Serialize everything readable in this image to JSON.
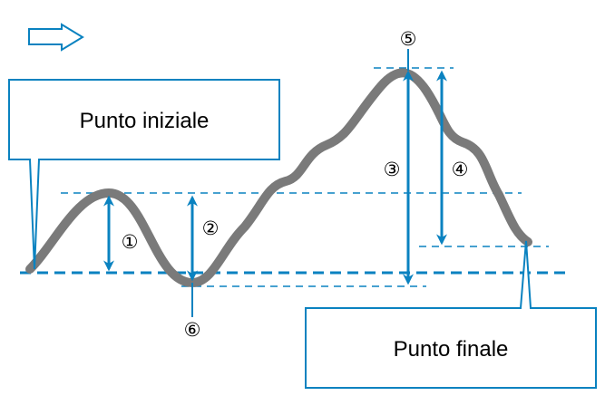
{
  "colors": {
    "accent": "#0a82c0",
    "curve": "#7a7a7a"
  },
  "direction_icon": "arrow-right-outline-icon",
  "callouts": {
    "start": "Punto iniziale",
    "end": "Punto finale"
  },
  "markers": [
    "①",
    "②",
    "③",
    "④",
    "⑤",
    "⑥"
  ]
}
